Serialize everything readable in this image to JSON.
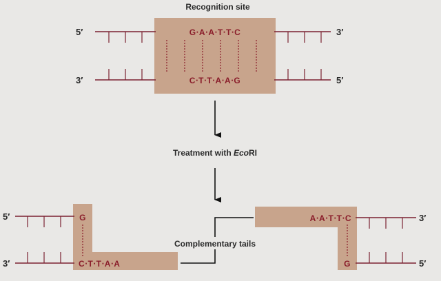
{
  "labels": {
    "recognition_site": "Recognition site",
    "treatment_prefix": "Treatment with ",
    "treatment_enzyme": "Eco",
    "treatment_enzyme_suffix": "RI",
    "complementary_tails": "Complementary tails"
  },
  "top": {
    "five_prime": "5′",
    "three_prime": "3′",
    "bottom_three_prime": "3′",
    "bottom_five_prime": "5′",
    "upper_sequence": "G‧A‧A‧T‧T‧C",
    "lower_sequence": "C‧T‧T‧A‧A‧G"
  },
  "left_fragment": {
    "five_prime": "5′",
    "three_prime": "3′",
    "upper_base": "G",
    "lower_sequence": "C‧T‧T‧A‧A"
  },
  "right_fragment": {
    "three_prime": "3′",
    "five_prime": "5′",
    "upper_sequence": "A‧A‧T‧T‧C",
    "lower_base": "G"
  },
  "colors": {
    "background": "#e9e8e6",
    "box": "#c8a48c",
    "strand": "#7a2030",
    "sequence_text": "#8a1d2a"
  }
}
